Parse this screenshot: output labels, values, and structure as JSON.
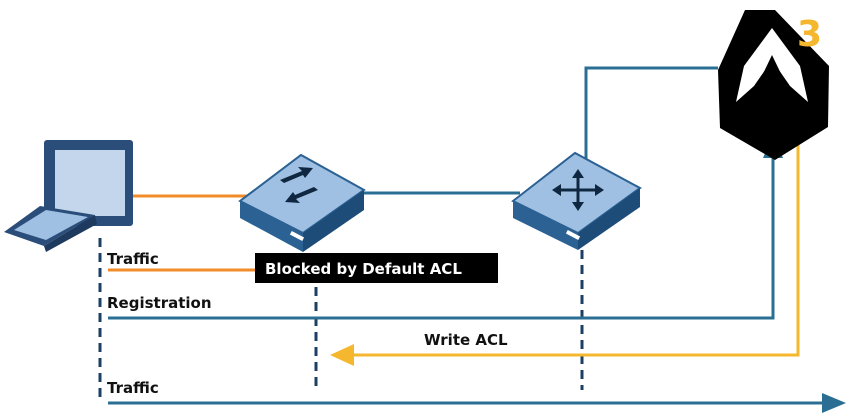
{
  "diagram": {
    "labels": {
      "traffic_top": "Traffic",
      "blocked": "Blocked by Default ACL",
      "registration": "Registration",
      "write_acl": "Write ACL",
      "traffic_bottom": "Traffic"
    },
    "logo": {
      "badge": "3"
    },
    "colors": {
      "blue_line": "#2a6f93",
      "orange_line": "#f28c28",
      "yellow_line": "#f4b72d",
      "navy_dash": "#1c3f66",
      "device_fill": "#9fc0e2",
      "device_dark": "#2b6193",
      "blocked_bg": "#000000",
      "logo_fill": "#000000",
      "badge_color": "#f4b72d"
    },
    "icons": [
      "laptop-icon",
      "acl-switch-icon",
      "network-switch-icon",
      "cloud-controller-logo"
    ]
  }
}
